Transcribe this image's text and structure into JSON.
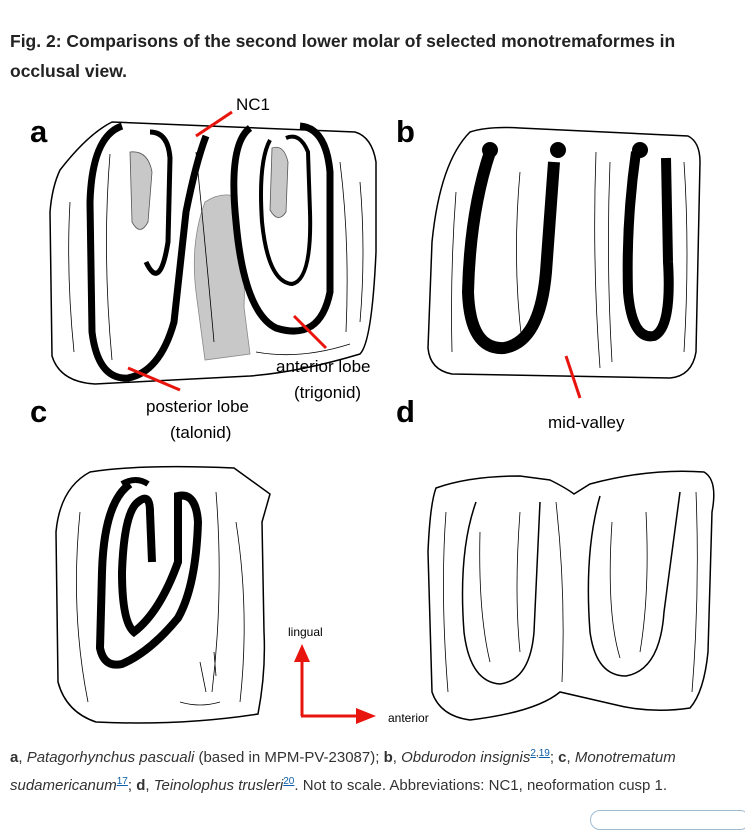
{
  "title": "Fig. 2: Comparisons of the second lower molar of selected monotremaformes in occlusal view.",
  "panels": {
    "a": {
      "letter": "a",
      "nc1": "NC1",
      "anterior_lobe": "anterior lobe",
      "trigonid": "(trigonid)",
      "posterior_lobe": "posterior lobe",
      "talonid": "(talonid)"
    },
    "b": {
      "letter": "b",
      "mid_valley": "mid-valley"
    },
    "c": {
      "letter": "c"
    },
    "d": {
      "letter": "d"
    }
  },
  "orientation": {
    "lingual": "lingual",
    "anterior": "anterior"
  },
  "caption": {
    "a_letter": "a",
    "a_taxon": "Patagorhynchus pascuali",
    "a_note": " (based in MPM-PV-23087); ",
    "b_letter": "b",
    "b_taxon": "Obdurodon insignis",
    "b_refs": [
      "2",
      "19"
    ],
    "c_letter": "c",
    "c_taxon": "Monotrematum sudamericanum",
    "c_ref": "17",
    "d_letter": "d",
    "d_taxon": "Teinolophus trusleri",
    "d_ref": "20",
    "tail": ". Not to scale. Abbreviations: NC1, neoformation cusp 1."
  },
  "colors": {
    "arrow_red": "#e8140e",
    "link_blue": "#0b5ea8",
    "enamel_black": "#000000",
    "dentine_grey": "#c8c8c8"
  }
}
